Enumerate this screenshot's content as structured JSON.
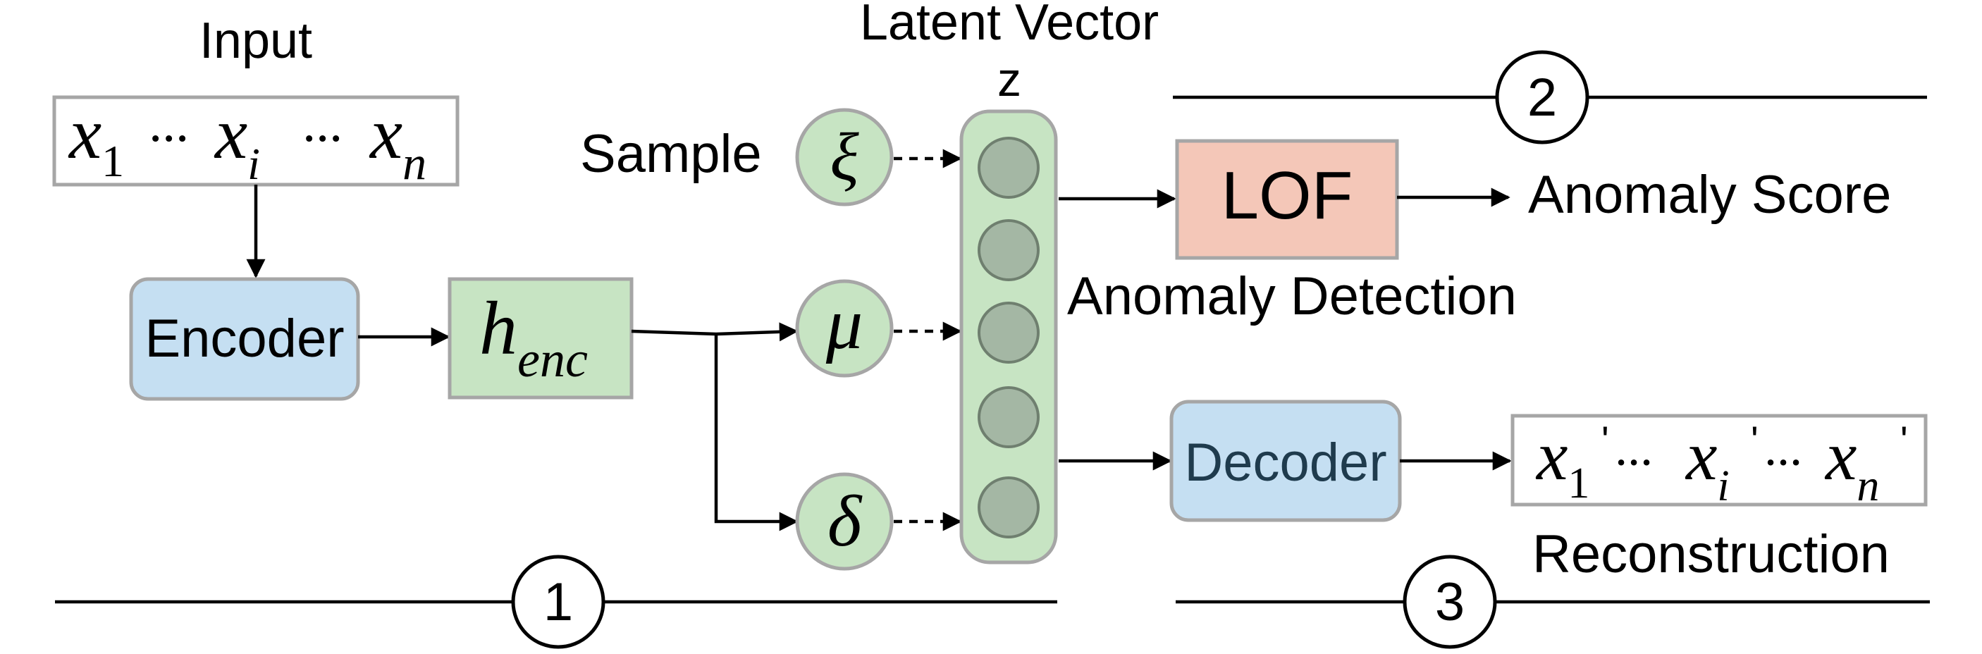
{
  "colors": {
    "encoder_fill": "#c5dff2",
    "decoder_fill": "#c5dff2",
    "green_fill": "#c7e4c3",
    "lof_fill": "#f4c7b8",
    "node_fill": "#a4b7a4",
    "border_gray": "#a6a6a6",
    "decoder_text": "#1f3b4d"
  },
  "labels": {
    "input": "Input",
    "latent_vector": "Latent Vector",
    "z": "z",
    "sample": "Sample",
    "encoder": "Encoder",
    "decoder": "Decoder",
    "lof": "LOF",
    "anomaly_score": "Anomaly Score",
    "anomaly_detection": "Anomaly Detection",
    "reconstruction": "Reconstruction"
  },
  "math": {
    "x": "x",
    "sub_1": "1",
    "sub_i": "i",
    "sub_n": "n",
    "dots": "···",
    "h": "h",
    "enc": "enc",
    "xi": "ξ",
    "mu": "μ",
    "delta": "δ",
    "prime": "'"
  },
  "stages": [
    "1",
    "2",
    "3"
  ]
}
